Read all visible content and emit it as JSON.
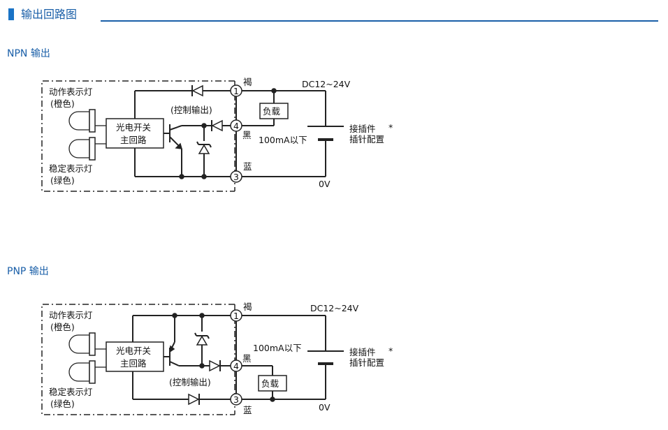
{
  "header": {
    "title": "输出回路图"
  },
  "npn": {
    "section_label": "NPN 输出",
    "indicator_op": "动作表示灯",
    "indicator_op_color": "(橙色)",
    "indicator_st": "稳定表示灯",
    "indicator_st_color": "(绿色)",
    "main_circuit_1": "光电开关",
    "main_circuit_2": "主回路",
    "control_output": "(控制输出)",
    "wire_brown": "褐",
    "wire_black": "黑",
    "wire_blue": "蓝",
    "terminal_1": "1",
    "terminal_4": "4",
    "terminal_3": "3",
    "load": "负载",
    "current": "100mA以下",
    "supply": "DC12~24V",
    "zero_volt": "0V",
    "connector_1": "接插件",
    "connector_star": "*",
    "connector_2": "插针配置"
  },
  "pnp": {
    "section_label": "PNP 输出",
    "indicator_op": "动作表示灯",
    "indicator_op_color": "(橙色)",
    "indicator_st": "稳定表示灯",
    "indicator_st_color": "(绿色)",
    "main_circuit_1": "光电开关",
    "main_circuit_2": "主回路",
    "control_output": "(控制输出)",
    "wire_brown": "褐",
    "wire_black": "黑",
    "wire_blue": "蓝",
    "terminal_1": "1",
    "terminal_4": "4",
    "terminal_3": "3",
    "load": "负载",
    "current": "100mA以下",
    "supply": "DC12~24V",
    "zero_volt": "0V",
    "connector_1": "接插件",
    "connector_star": "*",
    "connector_2": "插针配置"
  }
}
